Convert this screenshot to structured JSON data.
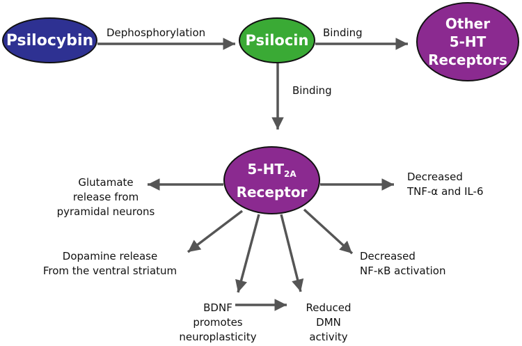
{
  "nodes": {
    "psilocybin": "Psilocybin",
    "psilocin": "Psilocin",
    "other_receptors": [
      "Other",
      "5-HT",
      "Receptors"
    ],
    "receptor": {
      "base": "5-HT",
      "subscript": "2A",
      "word": "Receptor"
    }
  },
  "labels": {
    "dephosphorylation": "Dephosphorylation",
    "binding_right": "Binding",
    "binding_down": "Binding"
  },
  "effects": {
    "glutamate": [
      "Glutamate",
      "release from",
      "pyramidal neurons"
    ],
    "tnf": [
      "Decreased",
      "TNF-α and IL-6"
    ],
    "dopamine": [
      "Dopamine release",
      "From the ventral striatum"
    ],
    "nfkb": [
      "Decreased",
      "NF-κB activation"
    ],
    "bdnf": [
      "BDNF",
      "promotes",
      "neuroplasticity"
    ],
    "dmn": [
      "Reduced",
      "DMN",
      "activity"
    ]
  },
  "colors": {
    "psilocybin": "#2e3192",
    "psilocin": "#3aaa35",
    "receptor": "#8b2a90",
    "arrow": "#555555",
    "text": "#111111"
  }
}
